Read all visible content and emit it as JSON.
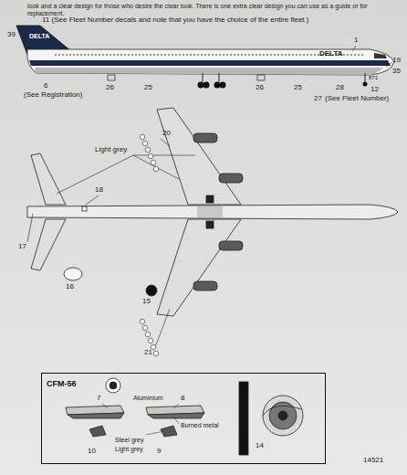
{
  "diagram": {
    "nodes": [
      {
        "text": [
          "CFM-56"
        ]
      }
    ],
    "labels": [
      "look and a clear design for those who desire the clear look. There is one extra clear design you can use as a guide or for replacement.",
      "11 (See Fleet Number decals and note that you have the choice of the entire fleet.)",
      "39",
      "DELTA",
      "DELTA",
      "1",
      "19",
      "35",
      "871",
      "6",
      "(See Registration)",
      "26",
      "25",
      "26",
      "25",
      "28",
      "27",
      "(See Fleet Number)",
      "12",
      "20",
      "Light grey",
      "18",
      "17",
      "16",
      "15",
      "21",
      "7",
      "Aluminium",
      "8",
      "Burned metal",
      "Steel grey",
      "Light grey",
      "10",
      "9",
      "14",
      "14521"
    ]
  }
}
